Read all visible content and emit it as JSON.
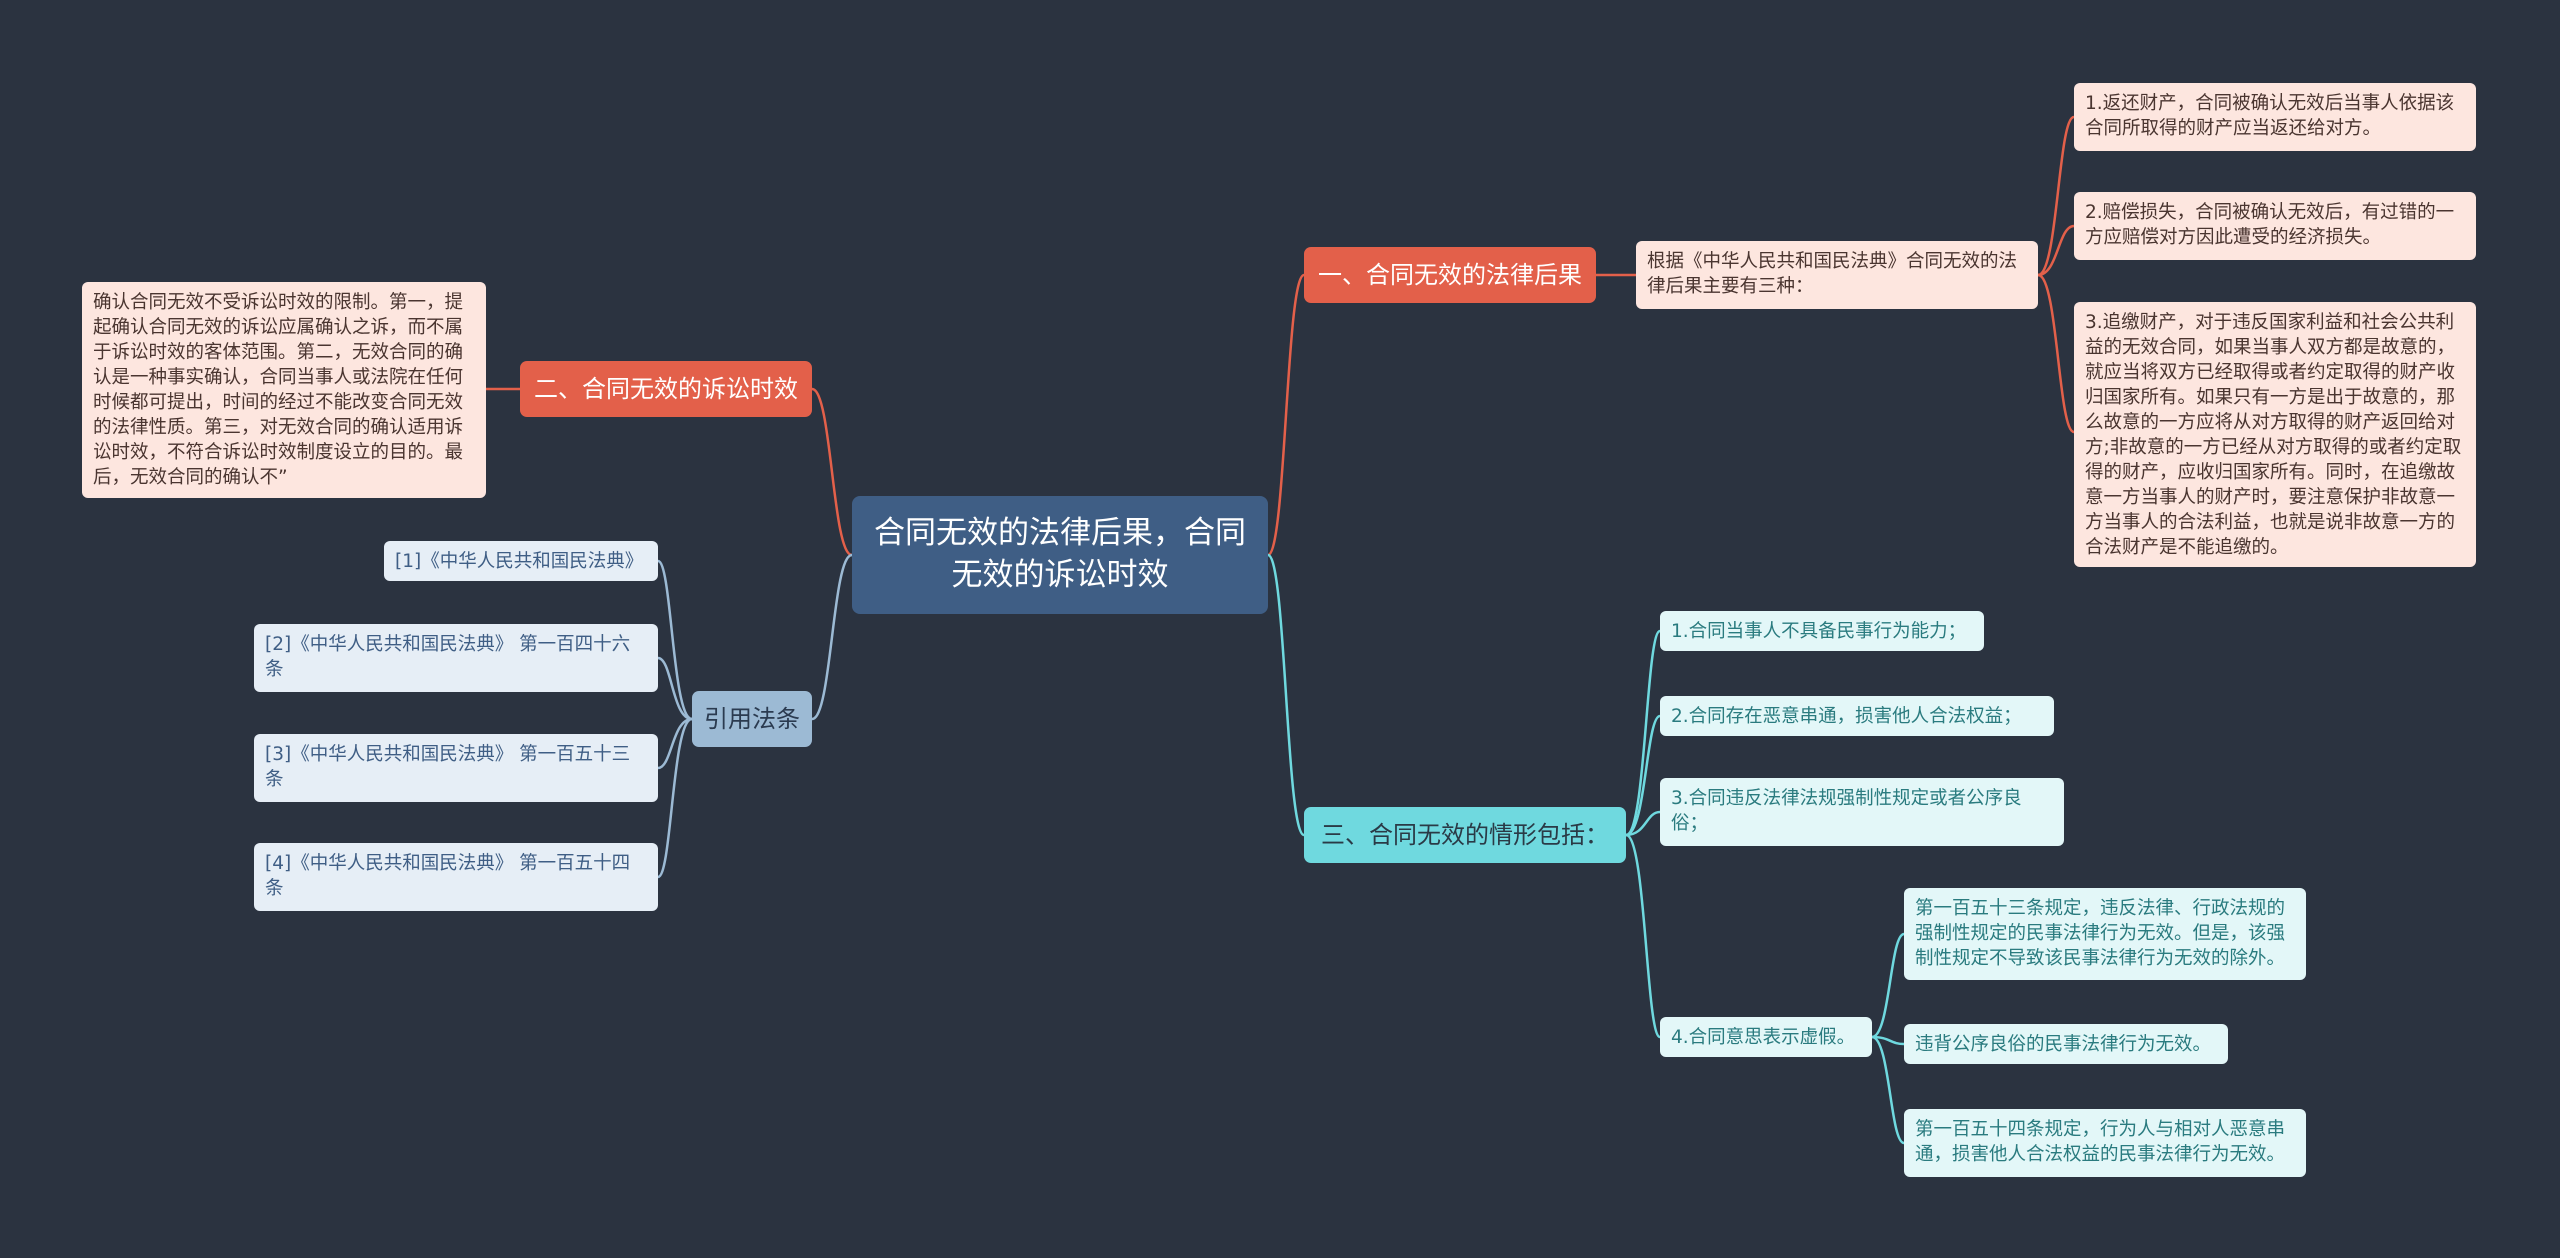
{
  "center": "合同无效的法律后果，合同无效的诉讼时效",
  "branches": {
    "consequences": {
      "label": "一、合同无效的法律后果",
      "intro": "根据《中华人民共和国民法典》合同无效的法律后果主要有三种：",
      "items": [
        "1.返还财产，合同被确认无效后当事人依据该合同所取得的财产应当返还给对方。",
        "2.赔偿损失，合同被确认无效后，有过错的一方应赔偿对方因此遭受的经济损失。",
        "3.追缴财产，对于违反国家利益和社会公共利益的无效合同，如果当事人双方都是故意的，就应当将双方已经取得或者约定取得的财产收归国家所有。如果只有一方是出于故意的，那么故意的一方应将从对方取得的财产返回给对方;非故意的一方已经从对方取得的或者约定取得的财产，应收归国家所有。同时，在追缴故意一方当事人的财产时，要注意保护非故意一方当事人的合法利益，也就是说非故意一方的合法财产是不能追缴的。"
      ]
    },
    "situations": {
      "label": "三、合同无效的情形包括：",
      "items": [
        "1.合同当事人不具备民事行为能力；",
        "2.合同存在恶意串通，损害他人合法权益；",
        "3.合同违反法律法规强制性规定或者公序良俗；",
        "4.合同意思表示虚假。"
      ],
      "sub_items": [
        "第一百五十三条规定，违反法律、行政法规的强制性规定的民事法律行为无效。但是，该强制性规定不导致该民事法律行为无效的除外。",
        "违背公序良俗的民事法律行为无效。",
        "第一百五十四条规定，行为人与相对人恶意串通，损害他人合法权益的民事法律行为无效。"
      ]
    },
    "limitation": {
      "label": "二、合同无效的诉讼时效",
      "text": "确认合同无效不受诉讼时效的限制。第一，提起确认合同无效的诉讼应属确认之诉，而不属于诉讼时效的客体范围。第二，无效合同的确认是一种事实确认，合同当事人或法院在任何时候都可提出，时间的经过不能改变合同无效的法律性质。第三，对无效合同的确认适用诉讼时效，不符合诉讼时效制度设立的目的。最后，无效合同的确认不”"
    },
    "citations": {
      "label": "引用法条",
      "items": [
        "[1]《中华人民共和国民法典》",
        "[2]《中华人民共和国民法典》 第一百四十六条",
        "[3]《中华人民共和国民法典》 第一百五十三条",
        "[4]《中华人民共和国民法典》 第一百五十四条"
      ]
    }
  },
  "colors": {
    "background": "#2b3340",
    "center": "#3f5e85",
    "red_branch": "#e3604a",
    "cyan_branch": "#6fd9df",
    "blue_branch": "#9cbad4"
  }
}
